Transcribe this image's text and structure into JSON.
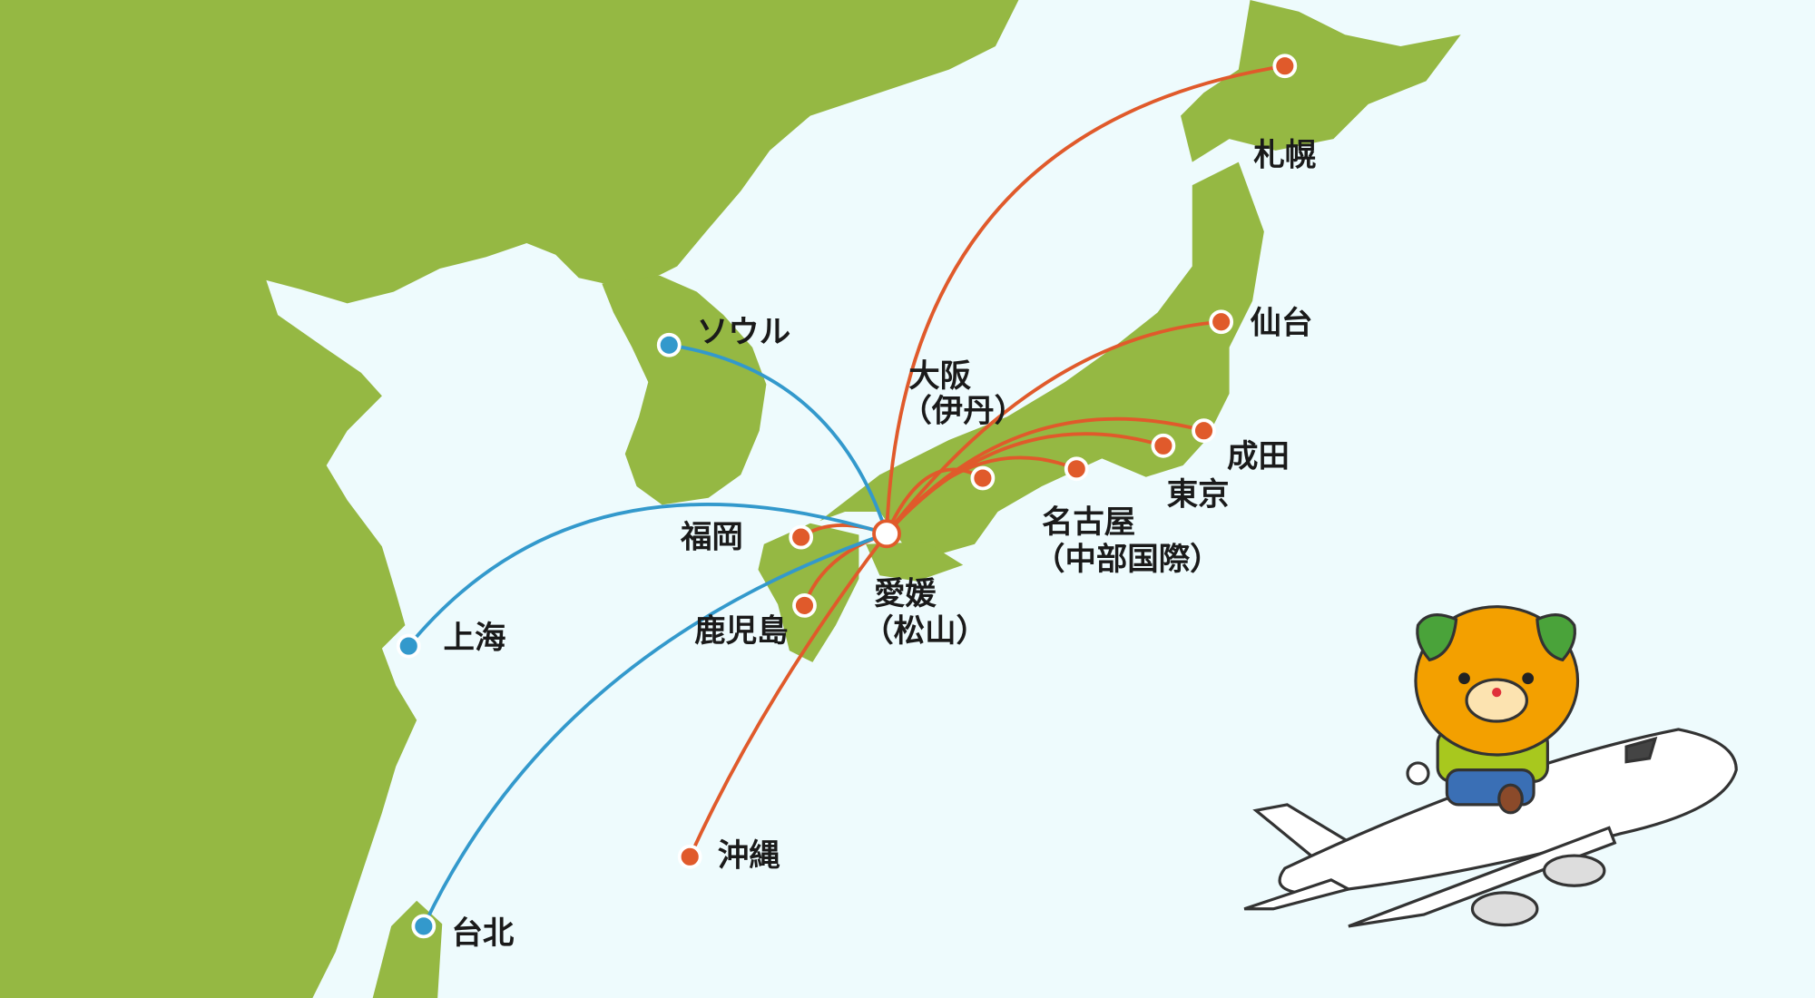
{
  "colors": {
    "land": "#95b843",
    "sea": "#eefbfd",
    "domestic_route": "#e05a2b",
    "international_route": "#3399cc"
  },
  "hub": {
    "name": "愛媛",
    "sub": "（松山）"
  },
  "domestic": [
    {
      "id": "sapporo",
      "name": "札幌"
    },
    {
      "id": "sendai",
      "name": "仙台"
    },
    {
      "id": "narita",
      "name": "成田"
    },
    {
      "id": "tokyo",
      "name": "東京"
    },
    {
      "id": "nagoya",
      "name": "名古屋",
      "sub": "（中部国際）"
    },
    {
      "id": "osaka",
      "name": "大阪",
      "sub": "（伊丹）"
    },
    {
      "id": "fukuoka",
      "name": "福岡"
    },
    {
      "id": "kagoshima",
      "name": "鹿児島"
    },
    {
      "id": "okinawa",
      "name": "沖縄"
    }
  ],
  "international": [
    {
      "id": "seoul",
      "name": "ソウル"
    },
    {
      "id": "shanghai",
      "name": "上海"
    },
    {
      "id": "taipei",
      "name": "台北"
    }
  ],
  "mascot": {
    "icon": "mascot-on-airplane"
  }
}
